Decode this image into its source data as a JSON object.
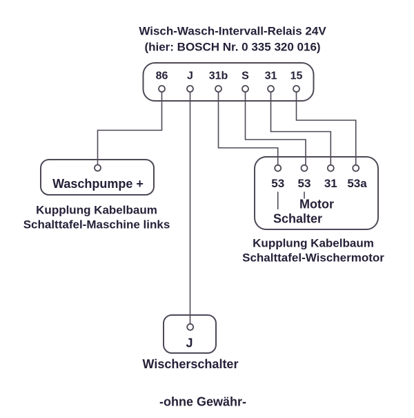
{
  "title": {
    "line1": "Wisch-Wasch-Intervall-Relais 24V",
    "line2": "(hier: BOSCH Nr. 0 335 320 016)"
  },
  "relay": {
    "terminals": [
      "86",
      "J",
      "31b",
      "S",
      "31",
      "15"
    ]
  },
  "wash_pump": {
    "label": "Waschpumpe +",
    "caption_line1": "Kupplung Kabelbaum",
    "caption_line2": "Schalttafel-Maschine links"
  },
  "wiper_motor": {
    "terminals": [
      "53",
      "53",
      "31",
      "53a"
    ],
    "sub_label_motor": "Motor",
    "sub_label_switch": "Schalter",
    "caption_line1": "Kupplung Kabelbaum",
    "caption_line2": "Schalttafel-Wischermotor"
  },
  "wiper_switch": {
    "terminal_label": "J",
    "caption": "Wischerschalter"
  },
  "footer": {
    "disclaimer": "-ohne Gewähr-"
  },
  "colors": {
    "ink": "#262038",
    "wire": "#4e4856",
    "background": "#ffffff"
  }
}
